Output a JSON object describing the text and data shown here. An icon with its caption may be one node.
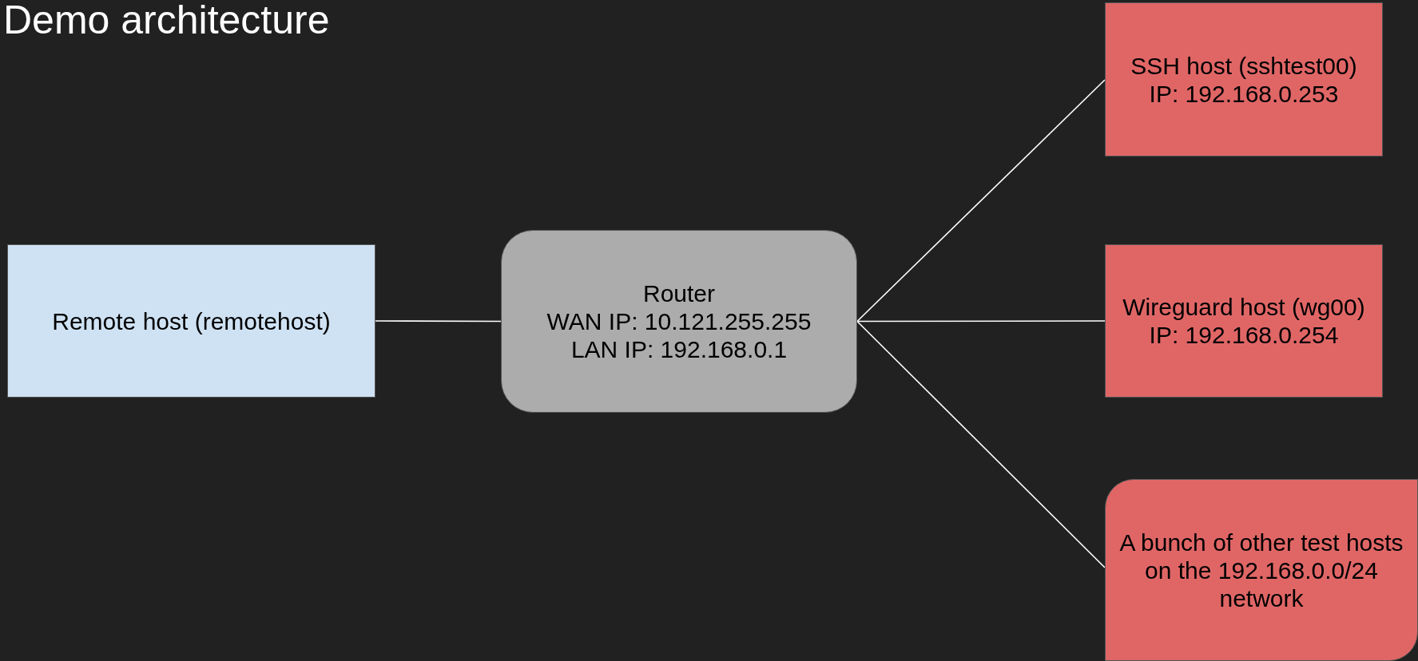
{
  "diagram": {
    "title": "Demo architecture",
    "nodes": [
      {
        "text": [
          "Remote host (remotehost)"
        ]
      },
      {
        "text": [
          "Router",
          "WAN IP: 10.121.255.255",
          "LAN IP: 192.168.0.1"
        ]
      },
      {
        "text": [
          "SSH host (sshtest00) IP: 192.168.0.253"
        ]
      },
      {
        "text": [
          "Wireguard host (wg00) IP: 192.168.0.254"
        ]
      },
      {
        "text": [
          "A bunch of other test hosts on the 192.168.0.0/24 network"
        ]
      }
    ],
    "edges": [
      {
        "from": 0,
        "to": 1,
        "arrow": "none"
      },
      {
        "from": 1,
        "to": 2,
        "arrow": "none"
      },
      {
        "from": 1,
        "to": 3,
        "arrow": "none"
      },
      {
        "from": 1,
        "to": 4,
        "arrow": "none"
      }
    ]
  }
}
